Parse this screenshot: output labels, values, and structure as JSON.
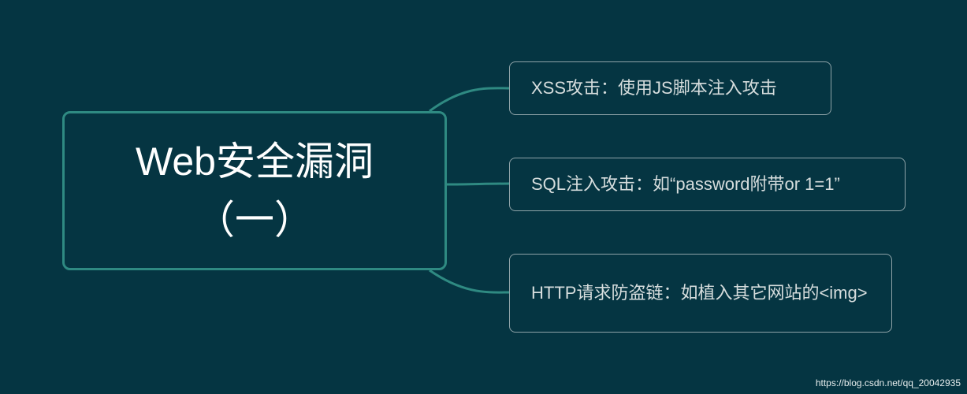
{
  "mindmap": {
    "root": {
      "label": "Web安全漏洞（一）"
    },
    "children": [
      {
        "label": "XSS攻击：使用JS脚本注入攻击"
      },
      {
        "label": "SQL注入攻击：如“password附带or 1=1”"
      },
      {
        "label": "HTTP请求防盗链：如植入其它网站的<img>"
      }
    ]
  },
  "watermark": {
    "text": "https://blog.csdn.net/qq_20042935"
  },
  "colors": {
    "background": "#053542",
    "root_border": "#2f8a82",
    "connector": "#2f8a82",
    "child_border": "#8fa3a8",
    "root_text": "#ffffff",
    "child_text": "#d6dddd"
  }
}
